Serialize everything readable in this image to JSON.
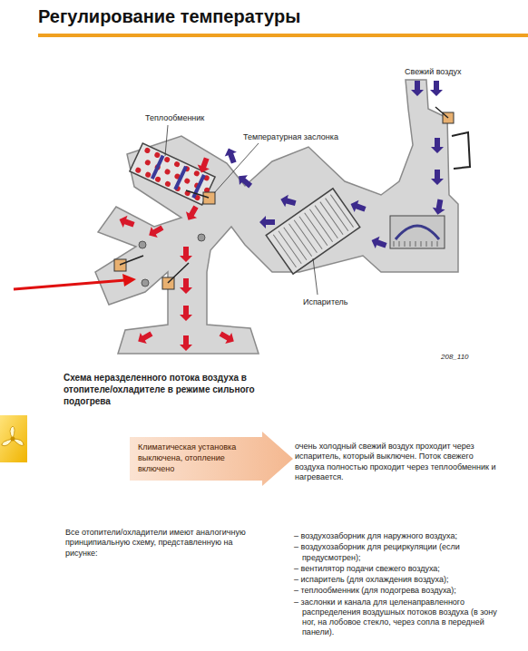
{
  "diagram": {
    "title": "Регулирование температуры",
    "caption": "Схема неразделенного потока воздуха в отопителе/охладителе в режиме сильного подогрева",
    "nodes": [
      {
        "text": [
          "Климатическая установка выключена, отопление включено"
        ]
      }
    ],
    "labels": [
      "Свежий воздух",
      "Теплообменник",
      "Температурная заслонка",
      "Испаритель",
      "208_110",
      "очень холодный свежий воздух проходит через испаритель, который выключен. Поток свежего воздуха полностью проходит через теплообменник и нагревается.",
      "Все отопители/охладители имеют аналогичную принципиальную схему, представленную на рисунке:",
      "– воздухозаборник для наружного воздуха;",
      "– воздухозаборник для рециркуляции (если предусмотрен);",
      "– вентилятор подачи свежего воздуха;",
      "– испаритель (для охлаждения воздуха);",
      "– теплообменник (для подогрева воздуха);",
      "– заслонки и канала для целенаправленного распределения воздушных потоков воздуха (в зону ног, на лобовое стекло, через сопла в передней панели)."
    ]
  }
}
